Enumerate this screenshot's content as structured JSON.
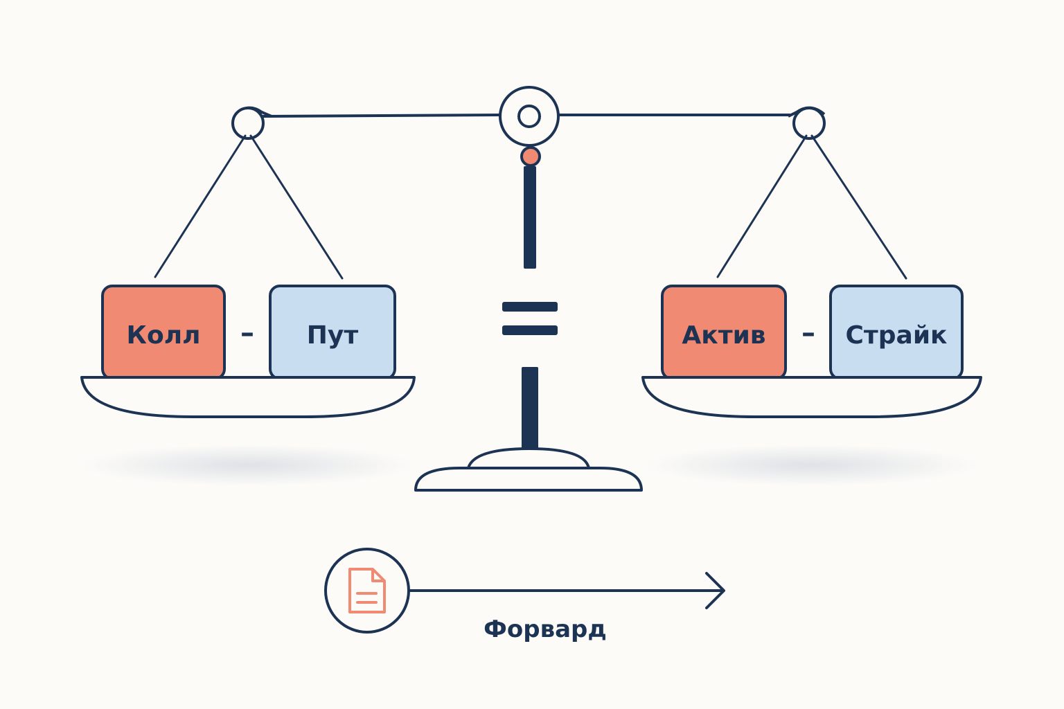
{
  "equation": {
    "left_pan": {
      "term_1": "Колл",
      "operator": "–",
      "term_2": "Пут"
    },
    "equals_sign": "=",
    "right_pan": {
      "term_1": "Актив",
      "operator": "–",
      "term_2": "Страйк"
    }
  },
  "forward": {
    "label": "Форвард",
    "icon": "document-icon"
  },
  "colors": {
    "ink": "#1d3354",
    "accent_red": "#f08a73",
    "accent_blue": "#c9ddf0",
    "background": "#fcfbf8"
  }
}
